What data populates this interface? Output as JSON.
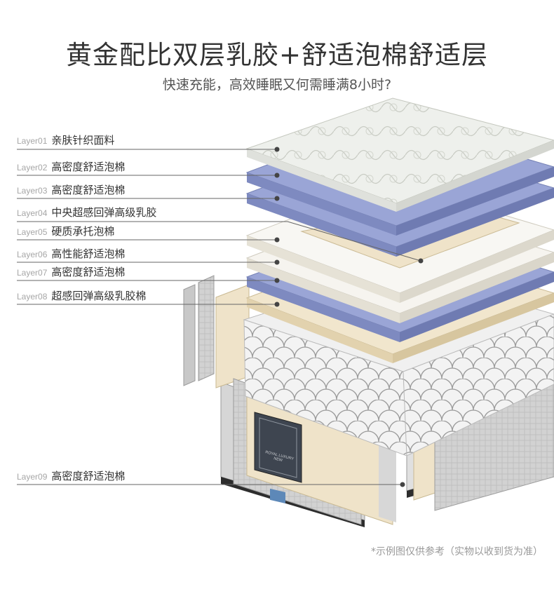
{
  "header": {
    "title": "黄金配比双层乳胶+舒适泡棉舒适层",
    "subtitle": "快速充能，高效睡眠又何需睡满8小时?"
  },
  "layers": [
    {
      "code": "Layer01",
      "name": "亲肤针织面料"
    },
    {
      "code": "Layer02",
      "name": "高密度舒适泡棉"
    },
    {
      "code": "Layer03",
      "name": "高密度舒适泡棉"
    },
    {
      "code": "Layer04",
      "name": "中央超感回弹高级乳胶"
    },
    {
      "code": "Layer05",
      "name": "硬质承托泡棉"
    },
    {
      "code": "Layer06",
      "name": "高性能舒适泡棉"
    },
    {
      "code": "Layer07",
      "name": "高密度舒适泡棉"
    },
    {
      "code": "Layer08",
      "name": "超感回弹高级乳胶棉"
    },
    {
      "code": "Layer09",
      "name": "高密度舒适泡棉"
    }
  ],
  "badge": {
    "line1": "ROYAL LUXURY",
    "line2": "NEW"
  },
  "footnote": "*示例图仅供参考（实物以收到货为准）",
  "colors": {
    "quilt": "#eef0ec",
    "blue_foam": "#8f9bcf",
    "white_foam": "#f4f2ec",
    "latex": "#efe3c9",
    "base_fabric": "#d9d9d9",
    "leader_line": "#666666"
  }
}
